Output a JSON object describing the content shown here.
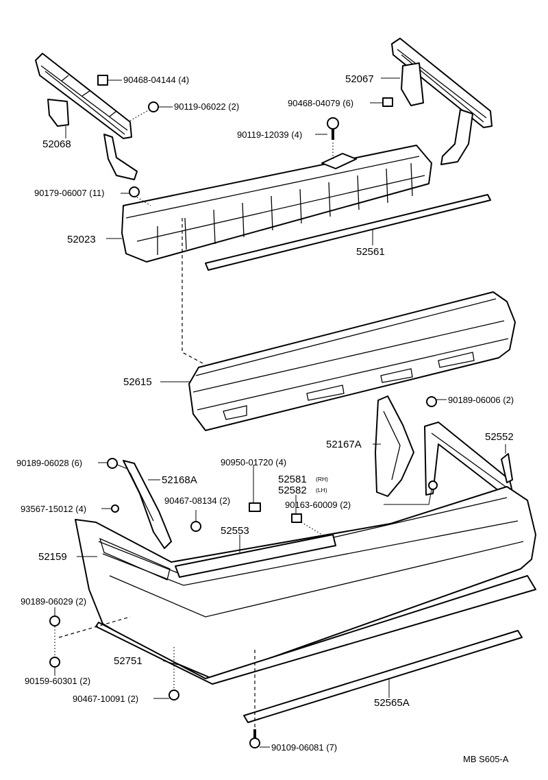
{
  "labels": {
    "p90468_04144": "90468-04144 (4)",
    "p90119_06022": "90119-06022 (2)",
    "p52068": "52068",
    "p52067": "52067",
    "p90468_04079": "90468-04079 (6)",
    "p90119_12039": "90119-12039 (4)",
    "p90179_06007": "90179-06007 (11)",
    "p52023": "52023",
    "p52561": "52561",
    "p52615": "52615",
    "p90189_06006": "90189-06006 (2)",
    "p52552": "52552",
    "p52167A": "52167A",
    "p90189_06028": "90189-06028 (6)",
    "p52168A": "52168A",
    "p90950_01720": "90950-01720 (4)",
    "p52581": "52581",
    "p52581_side": "(RH)",
    "p52582": "52582",
    "p52582_side": "(LH)",
    "p90467_08134": "90467-08134 (2)",
    "p93567_15012": "93567-15012 (4)",
    "p90163_60009": "90163-60009 (2)",
    "p52553": "52553",
    "p52159": "52159",
    "p90189_06029": "90189-06029 (2)",
    "p90159_60301": "90159-60301 (2)",
    "p52751": "52751",
    "p90467_10091": "90467-10091 (2)",
    "p52565A": "52565A",
    "p90109_06081": "90109-06081 (7)"
  },
  "footer_code": "MB  S605-A"
}
